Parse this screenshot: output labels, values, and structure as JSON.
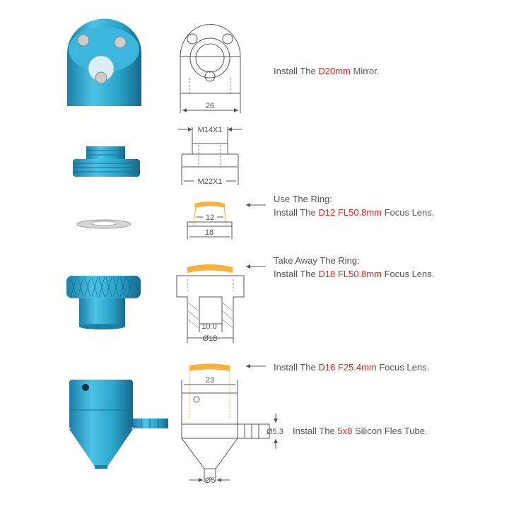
{
  "colors": {
    "part_blue": "#2aa3c9",
    "lens_yellow": "#f6b23a",
    "highlight_red": "#e8231f",
    "text": "#555555"
  },
  "steps": [
    {
      "prefix": "Install The ",
      "highlight": "D20mm",
      "suffix": " Mirror."
    },
    {
      "heading": "Use The Ring:",
      "prefix": "Install The ",
      "highlight": "D12 FL50.8mm",
      "suffix": " Focus Lens."
    },
    {
      "heading": "Take Away The Ring:",
      "prefix": "Install The ",
      "highlight": "D18 FL50.8mm",
      "suffix": " Focus Lens."
    },
    {
      "prefix": "Install The ",
      "highlight": "D16 F25.4mm",
      "suffix": " Focus Lens."
    },
    {
      "prefix": "Install The ",
      "highlight": "5x8",
      "suffix": " Silicon Fles Tube."
    }
  ],
  "dimensions": {
    "mirror_width": "26",
    "thread_top": "M14X1",
    "thread_bottom": "M22X1",
    "ring_inner": "12",
    "ring_outer": "18",
    "nut_inner": "10.0",
    "nut_outer": "Ø18",
    "nozzle_width": "23",
    "tube_diameter": "Ø5.3",
    "nozzle_tip": "Ø5"
  }
}
